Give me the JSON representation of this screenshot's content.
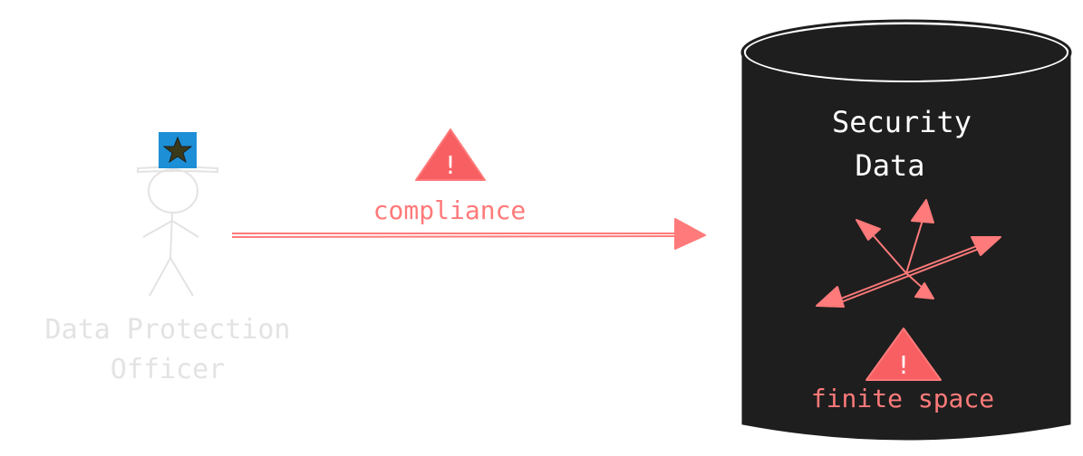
{
  "diagram": {
    "actor": {
      "label_line1": "Data Protection",
      "label_line2": "Officer",
      "hat_badge": "star-badge-icon"
    },
    "connection": {
      "label": "compliance",
      "warning_glyph": "!"
    },
    "datastore": {
      "title_line1": "Security",
      "title_line2": "Data",
      "warning_label": "finite space",
      "warning_glyph": "!"
    },
    "colors": {
      "accent": "#ff7a7a",
      "warning": "#f85f63",
      "cylinder": "#1e1e1e",
      "actor_faded": "#e3e3e3",
      "badge_blue": "#1c8fd6",
      "badge_star": "#3a3a1a",
      "white": "#ffffff"
    }
  }
}
